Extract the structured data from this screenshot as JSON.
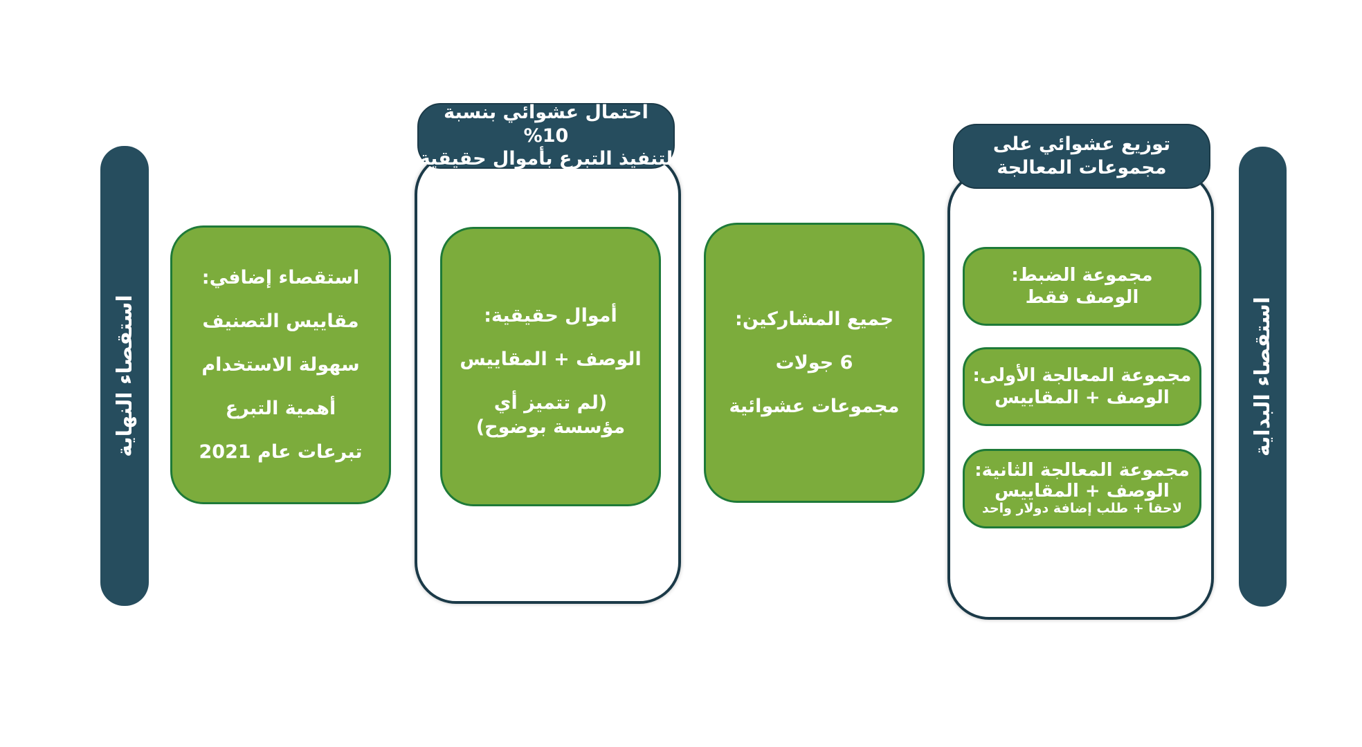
{
  "end_survey": {
    "label": "استقصاء النهاية"
  },
  "start_survey": {
    "label": "استقصاء البداية"
  },
  "additional_survey": {
    "lines": [
      "استقصاء إضافي:",
      "مقاييس التصنيف",
      "سهولة الاستخدام",
      "أهمية التبرع",
      "تبرعات عام 2021"
    ]
  },
  "real_money": {
    "header": [
      "احتمال عشوائي بنسبة 10%",
      "لتنفيذ التبرع بأموال حقيقية"
    ],
    "lines": [
      "أموال حقيقية:",
      "الوصف + المقاييس",
      "(لم تتميز أي",
      "مؤسسة بوضوح)"
    ]
  },
  "all_participants": {
    "lines": [
      "جميع المشاركين:",
      "6 جولات",
      "مجموعات عشوائية"
    ]
  },
  "random_assignment": {
    "header": [
      "توزيع عشوائي على",
      "مجموعات المعالجة"
    ],
    "groups": [
      {
        "title": "مجموعة الضبط:",
        "detail": "الوصف فقط"
      },
      {
        "title": "مجموعة المعالجة الأولى:",
        "detail": "الوصف + المقاييس"
      },
      {
        "title": "مجموعة المعالجة الثانية:",
        "detail": "الوصف + المقاييس",
        "note": "لاحقا + طلب إضافة دولار واحد"
      }
    ]
  },
  "colors": {
    "dark": "#264d5e",
    "green": "#7cac3c",
    "green_border": "#1e7a38"
  }
}
